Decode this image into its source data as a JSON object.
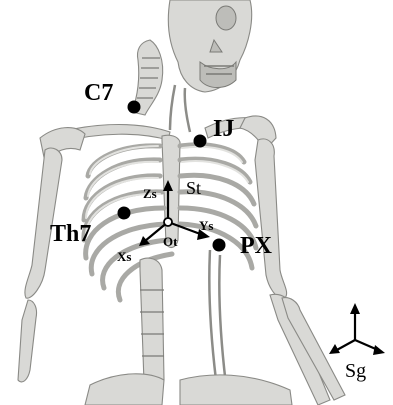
{
  "figure": {
    "landmarks": [
      {
        "id": "c7",
        "label": "C7"
      },
      {
        "id": "ij",
        "label": "IJ"
      },
      {
        "id": "th7",
        "label": "Th7"
      },
      {
        "id": "px",
        "label": "PX"
      }
    ],
    "thorax_frame": {
      "z_axis_label": "Zs",
      "y_axis_label": "Ys",
      "x_axis_label": "Xs",
      "origin_label": "Ot",
      "segment_label": "St"
    },
    "global_frame": {
      "label": "Sg"
    },
    "colors": {
      "markers": "#000000",
      "axes": "#000000",
      "bone": "#d9d9d6"
    }
  }
}
